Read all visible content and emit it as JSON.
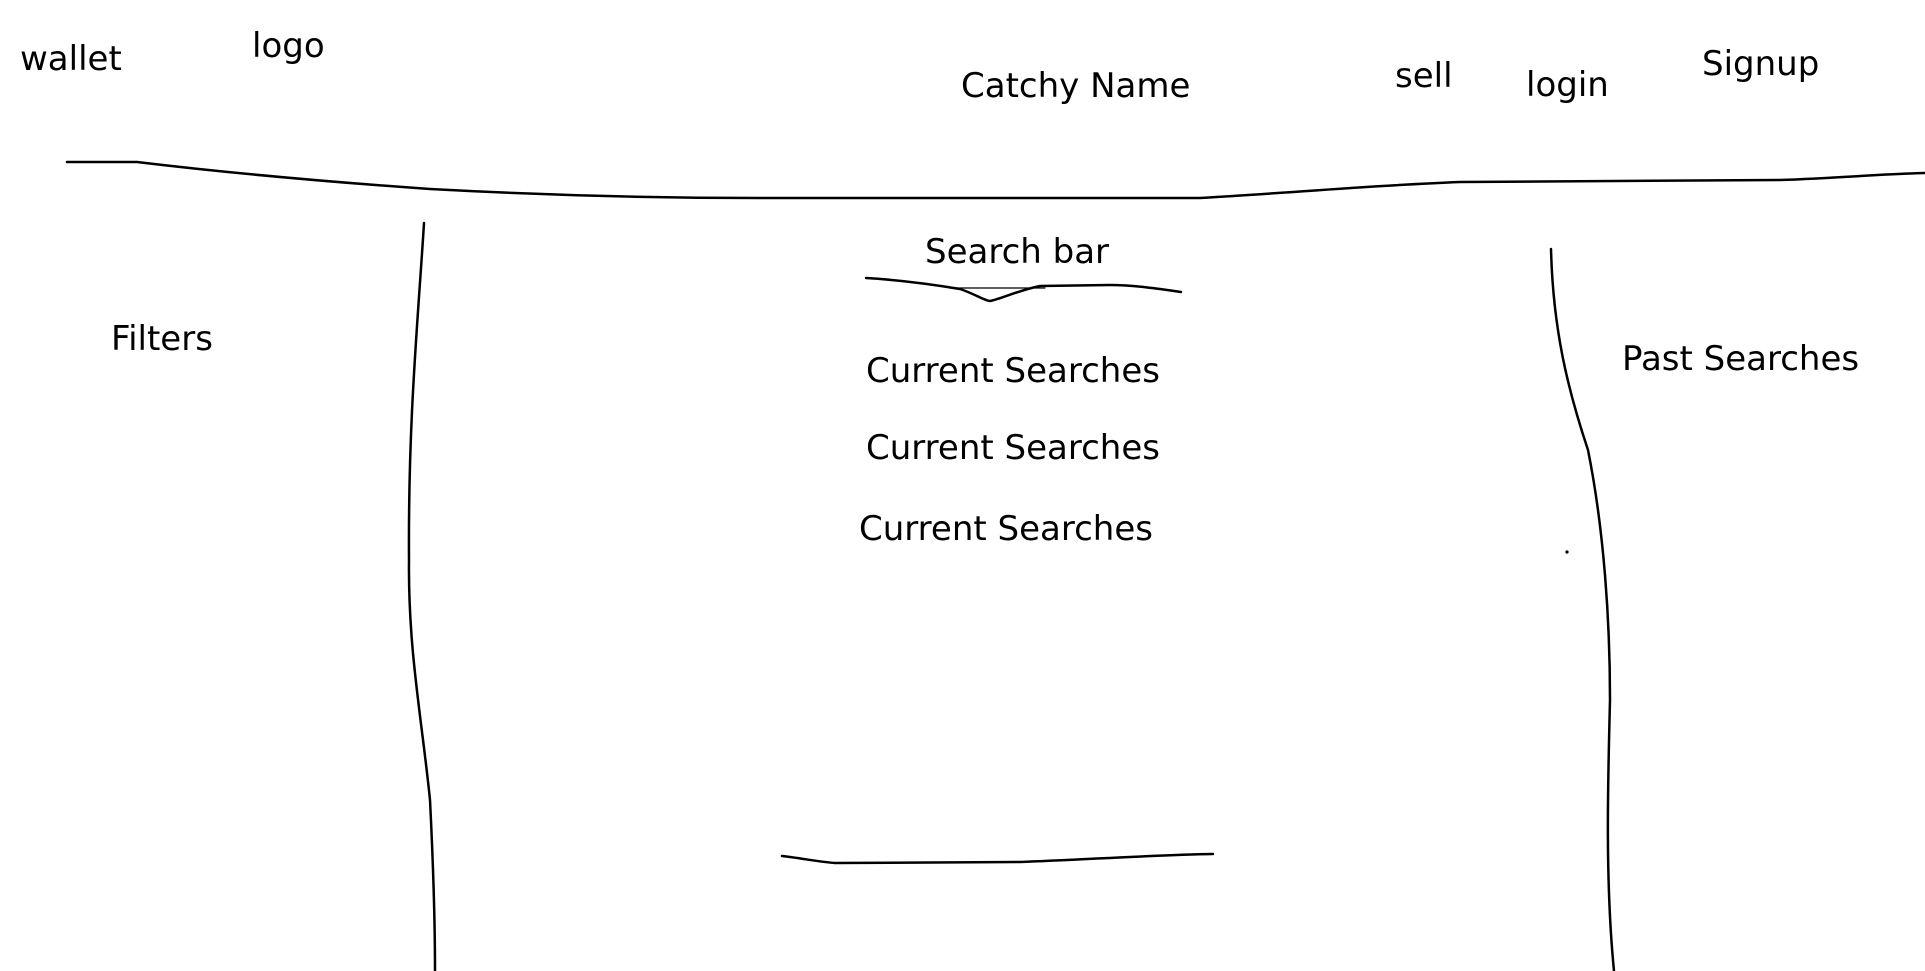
{
  "header": {
    "wallet": "wallet",
    "logo": "logo",
    "title": "Catchy Name",
    "sell": "sell",
    "login": "login",
    "signup": "Signup"
  },
  "main": {
    "search_bar": "Search bar",
    "current_searches": [
      "Current Searches",
      "Current Searches",
      "Current Searches"
    ]
  },
  "sidebar_left": {
    "label": "Filters"
  },
  "sidebar_right": {
    "label": "Past Searches"
  }
}
